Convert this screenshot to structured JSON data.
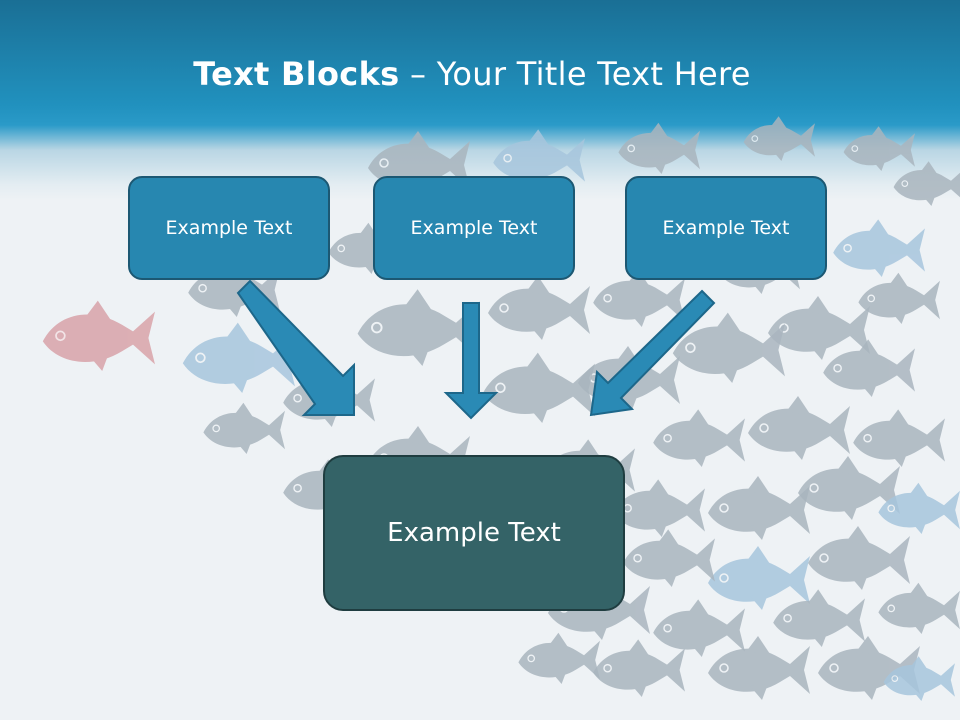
{
  "title": {
    "bold": "Text Blocks",
    "separator": " – ",
    "rest": "Your Title Text Here"
  },
  "blocks": [
    {
      "label": "Example Text"
    },
    {
      "label": "Example Text"
    },
    {
      "label": "Example Text"
    }
  ],
  "target": {
    "label": "Example Text"
  },
  "colors": {
    "header": "#2191be",
    "block_fill": "#2787b0",
    "block_border": "#1c5873",
    "target_fill": "#346367",
    "arrow": "#2a8ab5",
    "fish_gray": "#a9b5be",
    "fish_blue": "#a7c6dd",
    "fish_red": "#d9a7ad"
  }
}
